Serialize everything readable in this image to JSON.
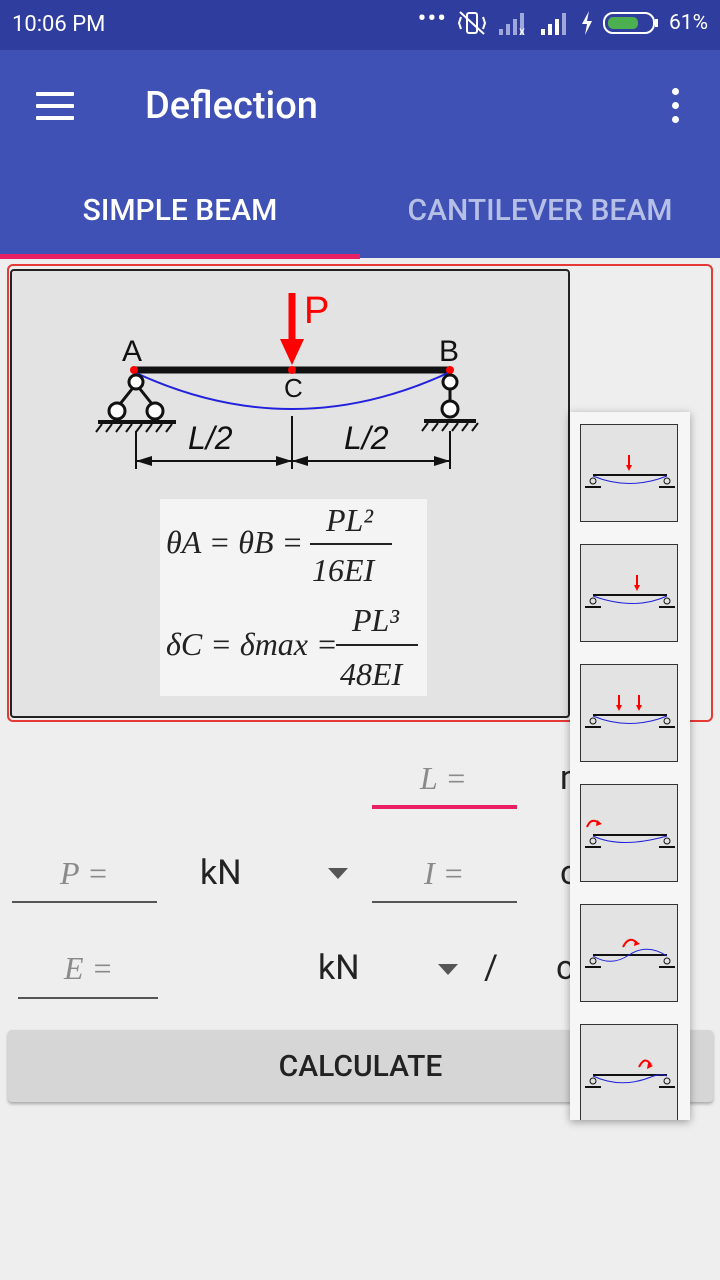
{
  "status_bar": {
    "time": "10:06 PM",
    "battery": "61%"
  },
  "app_bar": {
    "title": "Deflection"
  },
  "tabs": [
    {
      "label": "SIMPLE BEAM",
      "active": true
    },
    {
      "label": "CANTILEVER BEAM",
      "active": false
    }
  ],
  "diagram": {
    "load_label": "P",
    "support_a": "A",
    "support_b": "B",
    "midpoint": "C",
    "span_left": "L/2",
    "span_right": "L/2",
    "formula_theta_lhs": "θA = θB =",
    "formula_theta_num": "PL²",
    "formula_theta_den": "16EI",
    "formula_delta_lhs": "δC = δmax =",
    "formula_delta_num": "PL³",
    "formula_delta_den": "48EI"
  },
  "inputs": {
    "length": {
      "label": "L =",
      "unit": "m"
    },
    "load": {
      "label": "P =",
      "unit": "kN"
    },
    "inertia": {
      "label": "I =",
      "unit": "c"
    },
    "modulus": {
      "label": "E =",
      "unit": "kN",
      "separator": "/",
      "unit2": "c"
    }
  },
  "calculate_label": "CALCULATE",
  "beam_case_options": 6,
  "colors": {
    "primary": "#3f51b5",
    "accent": "#e91e63",
    "load": "#ff0000",
    "deflection": "#2222dd"
  }
}
